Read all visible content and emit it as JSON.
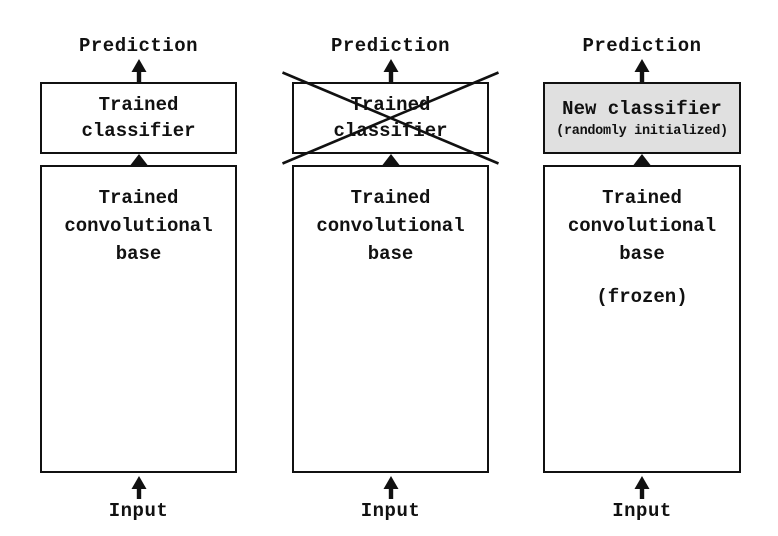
{
  "figure": {
    "colors": {
      "background": "#ffffff",
      "line": "#111111",
      "text": "#111111",
      "highlight_fill": "#e0e0e0"
    }
  },
  "columns": [
    {
      "prediction_label": "Prediction",
      "classifier": {
        "lines": [
          "Trained",
          "classifier"
        ],
        "crossed_out": false,
        "highlighted": false
      },
      "base": {
        "lines": [
          "Trained",
          "convolutional",
          "base"
        ]
      },
      "input_label": "Input"
    },
    {
      "prediction_label": "Prediction",
      "classifier": {
        "lines": [
          "Trained",
          "classifier"
        ],
        "crossed_out": true,
        "highlighted": false
      },
      "base": {
        "lines": [
          "Trained",
          "convolutional",
          "base"
        ]
      },
      "input_label": "Input"
    },
    {
      "prediction_label": "Prediction",
      "classifier": {
        "title": "New classifier",
        "subtitle": "(randomly initialized)",
        "crossed_out": false,
        "highlighted": true
      },
      "base": {
        "lines": [
          "Trained",
          "convolutional",
          "base"
        ],
        "note": "(frozen)"
      },
      "input_label": "Input"
    }
  ]
}
